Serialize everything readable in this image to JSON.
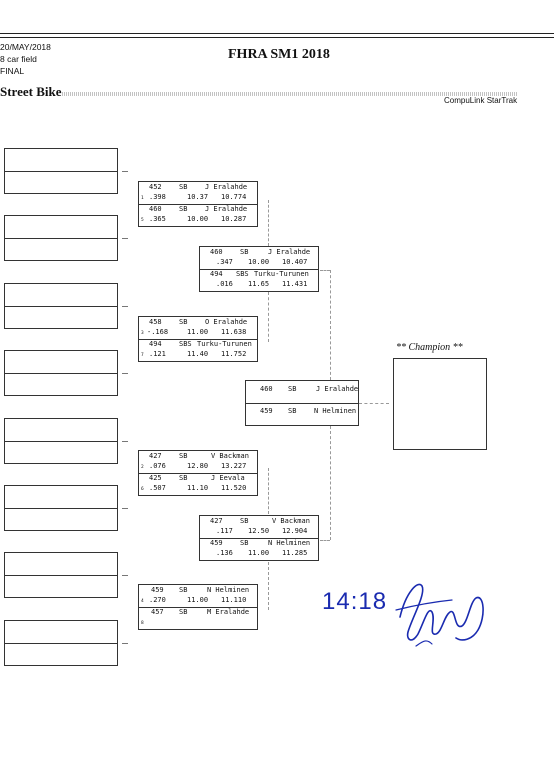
{
  "header": {
    "date": "20/MAY/2018",
    "field": "8 car field",
    "round": "FINAL",
    "title": "FHRA SM1 2018",
    "class_name": "Street Bike",
    "brand": "CompuLink StarTrak"
  },
  "round1": [
    {
      "top": {
        "num": "452",
        "cls": "SB",
        "name": "J Eralahde",
        "lane": "1",
        "rt": ".398",
        "et": "10.37",
        "speed": "10.774"
      },
      "bottom": {
        "num": "460",
        "cls": "SB",
        "name": "J Eralahde",
        "lane": "5",
        "rt": ".365",
        "et": "10.00",
        "speed": "10.287"
      }
    },
    {
      "top": {
        "num": "458",
        "cls": "SB",
        "name": "O Eralahde",
        "lane": "3",
        "rt": "-.168",
        "et": "11.00",
        "speed": "11.638"
      },
      "bottom": {
        "num": "494",
        "cls": "SBS",
        "name": "Turku-Turunen",
        "lane": "7",
        "rt": ".121",
        "et": "11.40",
        "speed": "11.752"
      }
    },
    {
      "top": {
        "num": "427",
        "cls": "SB",
        "name": "V Backman",
        "lane": "2",
        "rt": ".076",
        "et": "12.80",
        "speed": "13.227"
      },
      "bottom": {
        "num": "425",
        "cls": "SB",
        "name": "J Eevala",
        "lane": "6",
        "rt": ".507",
        "et": "11.10",
        "speed": "11.520"
      }
    },
    {
      "top": {
        "num": "459",
        "cls": "SB",
        "name": "N Helminen",
        "lane": "4",
        "rt": ".270",
        "et": "11.00",
        "speed": "11.110"
      },
      "bottom": {
        "num": "457",
        "cls": "SB",
        "name": "M Eralahde",
        "lane": "8",
        "rt": "",
        "et": "",
        "speed": ""
      }
    }
  ],
  "round2": [
    {
      "top": {
        "num": "460",
        "cls": "SB",
        "name": "J Eralahde",
        "rt": ".347",
        "et": "10.00",
        "speed": "10.407"
      },
      "bottom": {
        "num": "494",
        "cls": "SBS",
        "name": "Turku-Turunen",
        "rt": ".016",
        "et": "11.65",
        "speed": "11.431"
      }
    },
    {
      "top": {
        "num": "427",
        "cls": "SB",
        "name": "V Backman",
        "rt": ".117",
        "et": "12.50",
        "speed": "12.904"
      },
      "bottom": {
        "num": "459",
        "cls": "SB",
        "name": "N Helminen",
        "rt": ".136",
        "et": "11.00",
        "speed": "11.285"
      }
    }
  ],
  "final": {
    "top": {
      "num": "460",
      "cls": "SB",
      "name": "J Eralahde"
    },
    "bottom": {
      "num": "459",
      "cls": "SB",
      "name": "N Helminen"
    }
  },
  "champion_label": "** Champion **",
  "signature": {
    "time": "14:18"
  }
}
